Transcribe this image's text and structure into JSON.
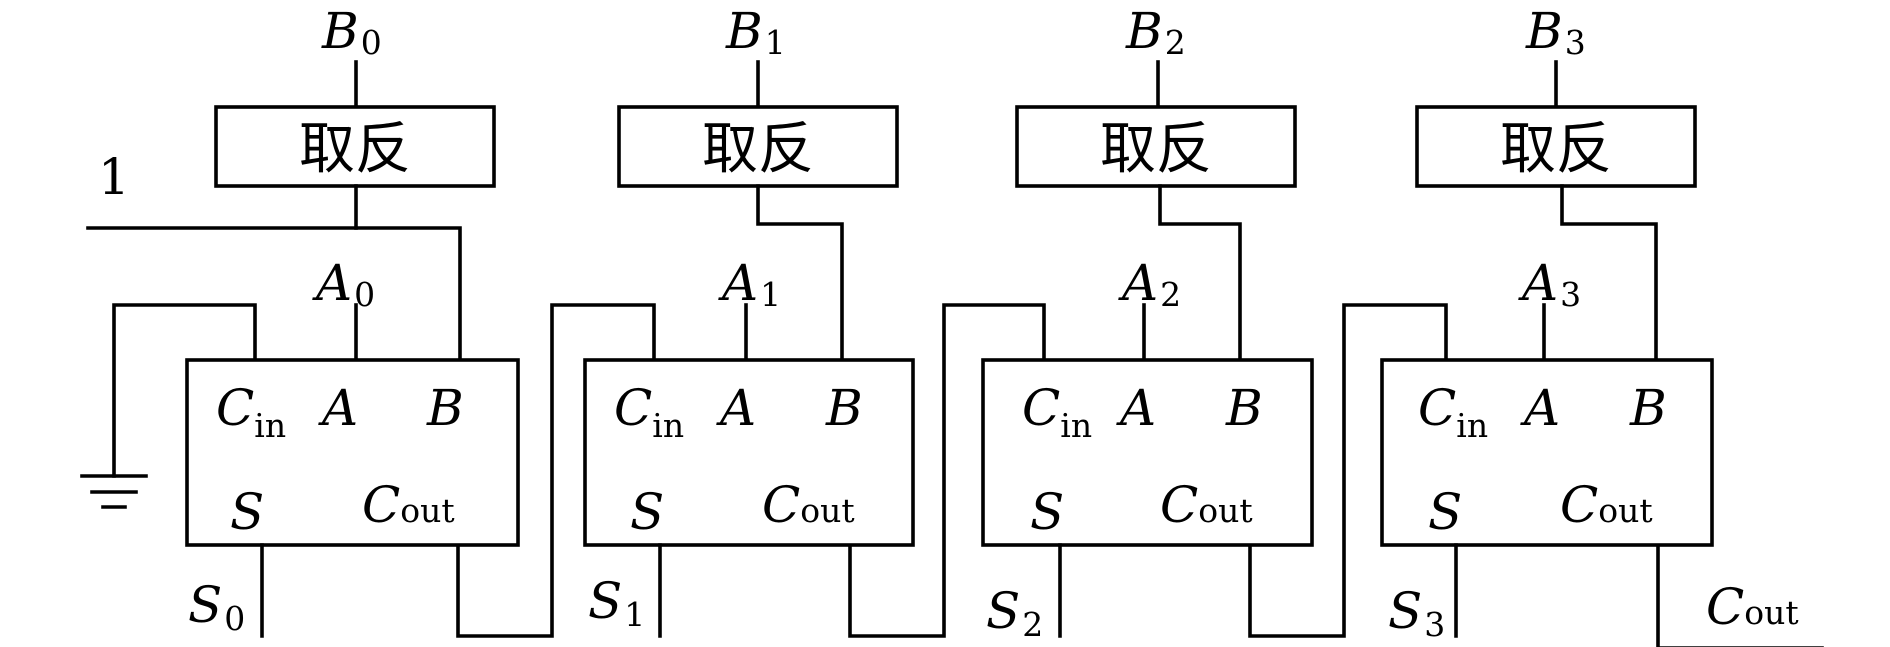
{
  "invert_label": "取反",
  "carry_in_value": "1",
  "port_labels": {
    "cin_main": "C",
    "cin_sub": "in",
    "a": "A",
    "b": "B",
    "s": "S",
    "cout_main": "C",
    "cout_sub": "out"
  },
  "stages": [
    {
      "b_main": "B",
      "b_sub": "0",
      "a_main": "A",
      "a_sub": "0",
      "s_main": "S",
      "s_sub": "0"
    },
    {
      "b_main": "B",
      "b_sub": "1",
      "a_main": "A",
      "a_sub": "1",
      "s_main": "S",
      "s_sub": "1"
    },
    {
      "b_main": "B",
      "b_sub": "2",
      "a_main": "A",
      "a_sub": "2",
      "s_main": "S",
      "s_sub": "2"
    },
    {
      "b_main": "B",
      "b_sub": "3",
      "a_main": "A",
      "a_sub": "3",
      "s_main": "S",
      "s_sub": "3"
    }
  ],
  "final_carry": {
    "main": "C",
    "sub": "out"
  }
}
